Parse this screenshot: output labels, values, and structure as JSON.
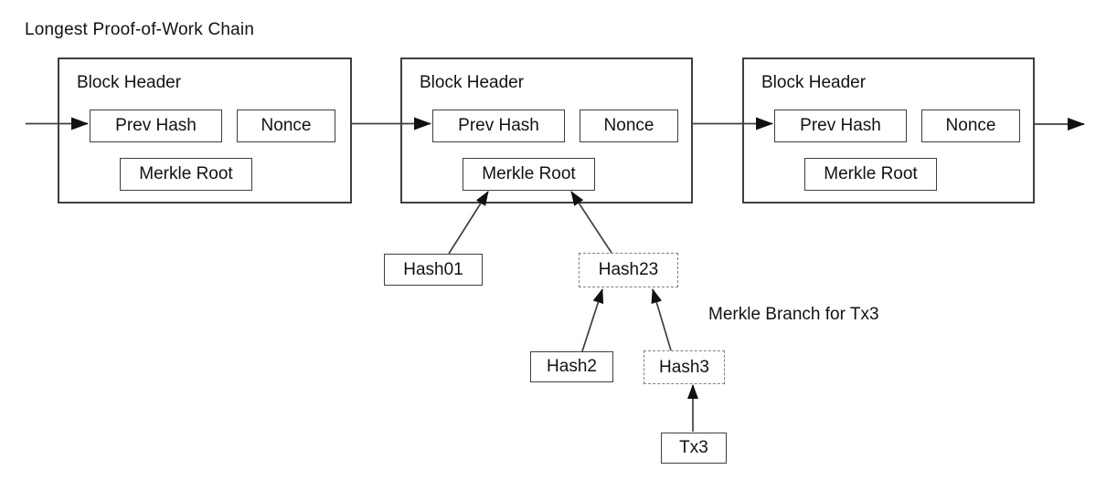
{
  "title": "Longest Proof-of-Work Chain",
  "blocks": [
    {
      "name": "Block Header",
      "prev_hash": "Prev Hash",
      "nonce": "Nonce",
      "merkle_root": "Merkle Root"
    },
    {
      "name": "Block Header",
      "prev_hash": "Prev Hash",
      "nonce": "Nonce",
      "merkle_root": "Merkle Root"
    },
    {
      "name": "Block Header",
      "prev_hash": "Prev Hash",
      "nonce": "Nonce",
      "merkle_root": "Merkle Root"
    }
  ],
  "merkle_tree": {
    "hash01": "Hash01",
    "hash23": "Hash23",
    "hash2": "Hash2",
    "hash3": "Hash3",
    "tx3": "Tx3",
    "annotation": "Merkle Branch for Tx3"
  },
  "colors": {
    "line": "#3f3f3f",
    "box_border": "#3f3f3f",
    "dashed_border": "#808080",
    "text": "#121212",
    "background": "#ffffff",
    "arrowhead": "#111111"
  }
}
